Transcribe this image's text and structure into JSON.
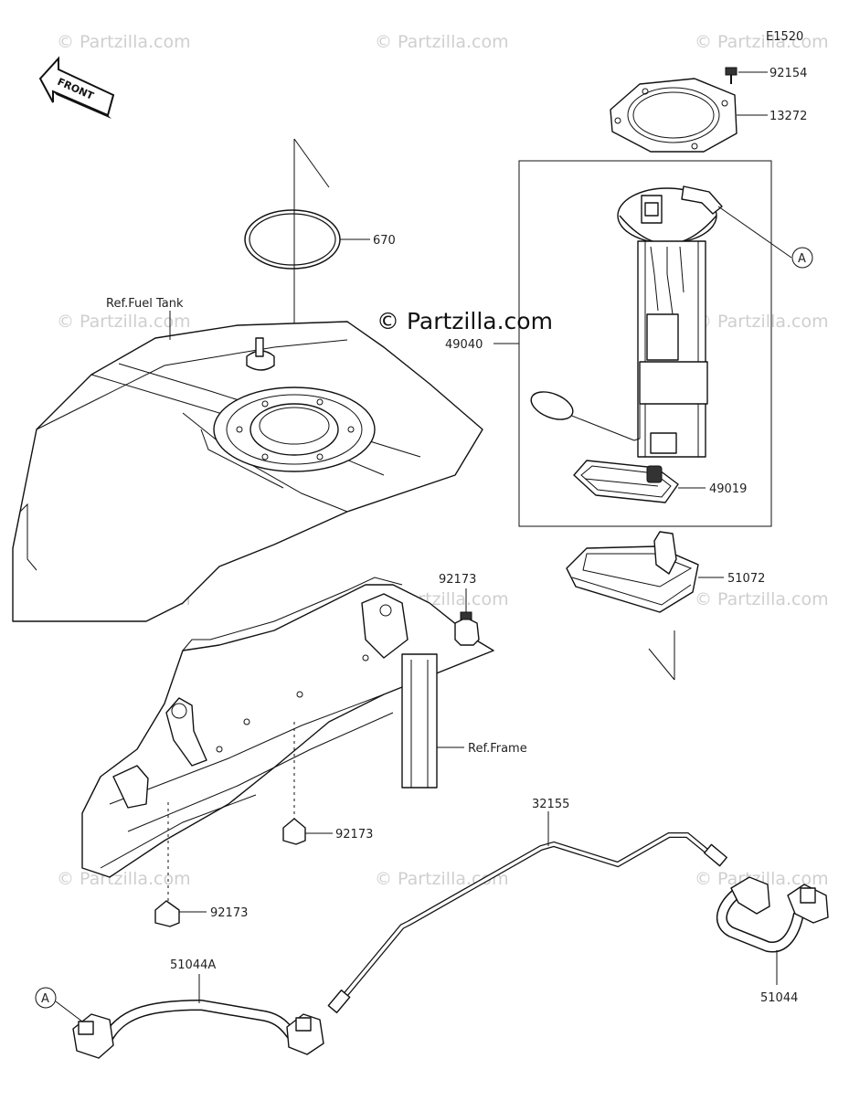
{
  "diagram_code": "E1520",
  "direction_label": "FRONT",
  "watermark_small": "© Partzilla.com",
  "watermark_main": "© Partzilla.com",
  "references": {
    "fuel_tank": "Ref.Fuel Tank",
    "frame": "Ref.Frame"
  },
  "callout_marker": "A",
  "parts": {
    "p92154": "92154",
    "p13272": "13272",
    "p670": "670",
    "p49040": "49040",
    "p49019": "49019",
    "p51072": "51072",
    "p92173_top": "92173",
    "p92173_mid": "92173",
    "p92173_low": "92173",
    "p32155": "32155",
    "p51044A": "51044A",
    "p51044": "51044"
  }
}
